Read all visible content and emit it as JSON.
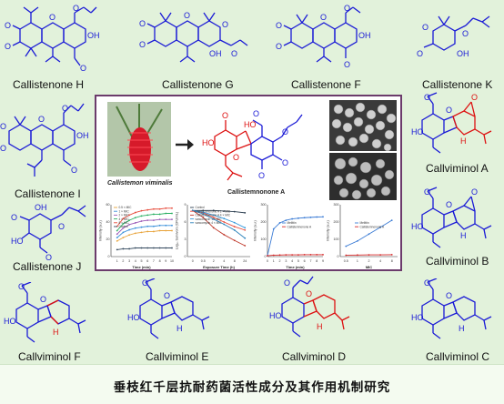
{
  "compounds": [
    {
      "id": "H",
      "label": "Callistenone H"
    },
    {
      "id": "G",
      "label": "Callistenone G"
    },
    {
      "id": "F",
      "label": "Callistenone F"
    },
    {
      "id": "K",
      "label": "Callistenone K"
    },
    {
      "id": "I",
      "label": "Callistenone I"
    },
    {
      "id": "J",
      "label": "Callistenone J"
    },
    {
      "id": "CA",
      "label": "Callviminol A"
    },
    {
      "id": "CB",
      "label": "Callviminol B"
    },
    {
      "id": "CF",
      "label": "Callviminol F"
    },
    {
      "id": "CE",
      "label": "Callviminol E"
    },
    {
      "id": "CD",
      "label": "Callviminol D"
    },
    {
      "id": "CC",
      "label": "Callviminol C"
    }
  ],
  "panel": {
    "plant_label": "Callistemon viminalis",
    "product_label": "Callistemnonone A"
  },
  "caption": "垂枝红千层抗耐药菌活性成分及其作用机制研究",
  "chart_data": [
    {
      "type": "line",
      "title": "",
      "xlabel": "Time (min)",
      "ylabel": "Intensity (a.u.)",
      "legend": [
        "0.5 × MIC",
        "1 × MIC",
        "2 × MIC",
        "4 × MIC",
        "8 × MIC",
        "Control"
      ],
      "series": [
        {
          "name": "0.5 × MIC",
          "x": [
            1,
            2,
            3,
            4,
            5,
            6,
            7,
            8,
            9,
            10
          ],
          "values": [
            18,
            22,
            25,
            27,
            28,
            29,
            29,
            30,
            30,
            30
          ]
        },
        {
          "name": "1 × MIC",
          "x": [
            1,
            2,
            3,
            4,
            5,
            6,
            7,
            8,
            9,
            10
          ],
          "values": [
            22,
            28,
            31,
            33,
            34,
            35,
            35,
            36,
            36,
            36
          ]
        },
        {
          "name": "2 × MIC",
          "x": [
            1,
            2,
            3,
            4,
            5,
            6,
            7,
            8,
            9,
            10
          ],
          "values": [
            26,
            33,
            37,
            39,
            41,
            42,
            42,
            43,
            43,
            43
          ]
        },
        {
          "name": "4 × MIC",
          "x": [
            1,
            2,
            3,
            4,
            5,
            6,
            7,
            8,
            9,
            10
          ],
          "values": [
            30,
            38,
            42,
            45,
            47,
            48,
            49,
            49,
            50,
            50
          ]
        },
        {
          "name": "8 × MIC",
          "x": [
            1,
            2,
            3,
            4,
            5,
            6,
            7,
            8,
            9,
            10
          ],
          "values": [
            35,
            44,
            48,
            51,
            53,
            54,
            55,
            55,
            56,
            56
          ]
        },
        {
          "name": "Control",
          "x": [
            1,
            2,
            3,
            4,
            5,
            6,
            7,
            8,
            9,
            10
          ],
          "values": [
            8,
            9,
            9,
            10,
            10,
            10,
            10,
            10,
            10,
            10
          ]
        }
      ],
      "xlim": [
        0,
        10
      ],
      "ylim": [
        0,
        60
      ],
      "xticks": [
        "1",
        "2",
        "3",
        "4",
        "5",
        "6",
        "7",
        "8",
        "9",
        "10"
      ],
      "yticks": [
        "0",
        "20",
        "40",
        "60"
      ]
    },
    {
      "type": "line",
      "title": "",
      "xlabel": "Exposure Time (h)",
      "ylabel": "Log₁₀ Survivors (CFU/mL)",
      "legend": [
        "Control",
        "Callistemnonone A 1 × MIC",
        "Callistemnonone A 4 × MIC",
        "vancomycin 1 × MIC",
        "vancomycin 4 × MIC"
      ],
      "series": [
        {
          "name": "Control",
          "x": [
            0,
            0.5,
            2,
            4,
            8,
            24
          ],
          "values": [
            8.0,
            8.0,
            8.0,
            7.9,
            7.8,
            7.6
          ]
        },
        {
          "name": "Callistemnonone A 1 × MIC",
          "x": [
            0,
            0.5,
            2,
            4,
            8,
            24
          ],
          "values": [
            8.0,
            7.6,
            6.8,
            6.0,
            5.2,
            4.6
          ]
        },
        {
          "name": "Callistemnonone A 4 × MIC",
          "x": [
            0,
            0.5,
            2,
            4,
            8,
            24
          ],
          "values": [
            8.0,
            6.8,
            5.0,
            3.8,
            2.8,
            1.9
          ]
        },
        {
          "name": "vancomycin 1 × MIC",
          "x": [
            0,
            0.5,
            2,
            4,
            8,
            24
          ],
          "values": [
            8.0,
            7.7,
            7.2,
            6.6,
            5.9,
            5.0
          ]
        },
        {
          "name": "vancomycin 4 × MIC",
          "x": [
            0,
            0.5,
            2,
            4,
            8,
            24
          ],
          "values": [
            8.0,
            7.4,
            6.5,
            5.6,
            4.6,
            3.2
          ]
        }
      ],
      "xticks": [
        "0",
        "0.5",
        "2",
        "4",
        "8",
        "24"
      ],
      "ylim": [
        0,
        9
      ],
      "yticks": [
        "0",
        "3",
        "6",
        "9"
      ]
    },
    {
      "type": "line",
      "title": "",
      "xlabel": "Time (min)",
      "ylabel": "Intensity (a.u.)",
      "legend": [
        "Melittin",
        "Callistemnonone A"
      ],
      "series": [
        {
          "name": "Melittin",
          "x": [
            0,
            1,
            2,
            3,
            4,
            5,
            6,
            7,
            8,
            9
          ],
          "values": [
            5,
            160,
            195,
            210,
            218,
            222,
            225,
            227,
            229,
            230
          ]
        },
        {
          "name": "Callistemnonone A",
          "x": [
            0,
            1,
            2,
            3,
            4,
            5,
            6,
            7,
            8,
            9
          ],
          "values": [
            5,
            8,
            9,
            10,
            10,
            10,
            11,
            11,
            11,
            11
          ]
        }
      ],
      "xlim": [
        0,
        9
      ],
      "ylim": [
        0,
        300
      ],
      "xticks": [
        "0",
        "1",
        "2",
        "3",
        "4",
        "5",
        "6",
        "7",
        "8",
        "9"
      ],
      "yticks": [
        "0",
        "100",
        "200",
        "300"
      ]
    },
    {
      "type": "line",
      "title": "",
      "xlabel": "MIC",
      "ylabel": "Intensity (a.u.)",
      "legend": [
        "Melittin",
        "Callistemnonone A"
      ],
      "series": [
        {
          "name": "Melittin",
          "x": [
            "0.5",
            "1",
            "2",
            "4",
            "8"
          ],
          "values": [
            60,
            90,
            130,
            170,
            210
          ]
        },
        {
          "name": "Callistemnonone A",
          "x": [
            "0.5",
            "1",
            "2",
            "4",
            "8"
          ],
          "values": [
            8,
            9,
            10,
            10,
            11
          ]
        }
      ],
      "ylim": [
        0,
        300
      ],
      "xticks": [
        "0.5",
        "1",
        "2",
        "4",
        "8"
      ],
      "yticks": [
        "0",
        "100",
        "200",
        "300"
      ]
    }
  ]
}
